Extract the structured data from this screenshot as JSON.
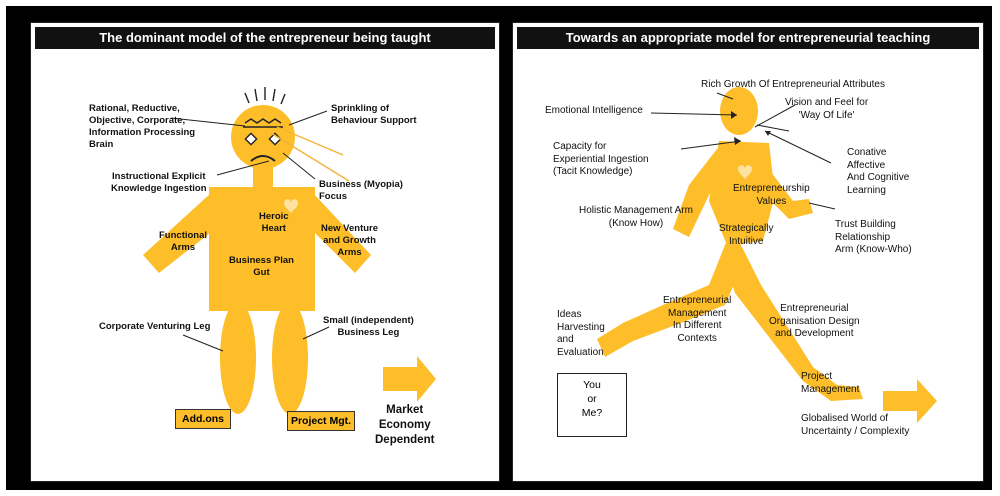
{
  "colors": {
    "figure": "#FDBE2A",
    "arrow": "#F7AE22",
    "title_bg": "#111111",
    "frame": "#000000"
  },
  "left_panel": {
    "title": "The dominant model of the entrepreneur being taught",
    "labels": {
      "rational": "Rational, Reductive,\nObjective, Corporate,\nInformation Processing\nBrain",
      "sprinkling": "Sprinkling of\nBehaviour Support",
      "instructional": "Instructional Explicit\nKnowledge Ingestion",
      "myopia": "Business (Myopia)\nFocus",
      "heroic": "Heroic\nHeart",
      "functional": "Functional\nArms",
      "new_venture": "New Venture\nand Growth\nArms",
      "business_plan": "Business Plan\nGut",
      "corporate_leg": "Corporate Venturing Leg",
      "small_leg": "Small (independent)\nBusiness Leg",
      "market": "Market\nEconomy\nDependent",
      "addons": "Add.ons",
      "project_mgt": "Project Mgt."
    }
  },
  "right_panel": {
    "title": "Towards an appropriate model for entrepreneurial teaching",
    "labels": {
      "rich_growth": "Rich Growth Of Entrepreneurial Attributes",
      "emotional": "Emotional Intelligence",
      "vision": "Vision and Feel for\n'Way Of Life'",
      "capacity": "Capacity for\nExperiential Ingestion\n(Tacit Knowledge)",
      "conative": "Conative\nAffective\nAnd Cognitive\nLearning",
      "values": "Entrepreneurship\nValues",
      "holistic": "Holistic Management Arm\n(Know How)",
      "strategically": "Strategically\nIntuitive",
      "trust": "Trust Building\nRelationship\nArm (Know-Who)",
      "ideas": "Ideas\nHarvesting\nand\nEvaluation",
      "ent_management": "Entrepreneurial\nManagement\nIn Different\nContexts",
      "org_design": "Entrepreneurial\nOrganisation Design\nand Development",
      "you_or_me": "You\nor\nMe?",
      "project": "Project\nManagement",
      "globalised": "Globalised World of\nUncertainty / Complexity"
    }
  }
}
